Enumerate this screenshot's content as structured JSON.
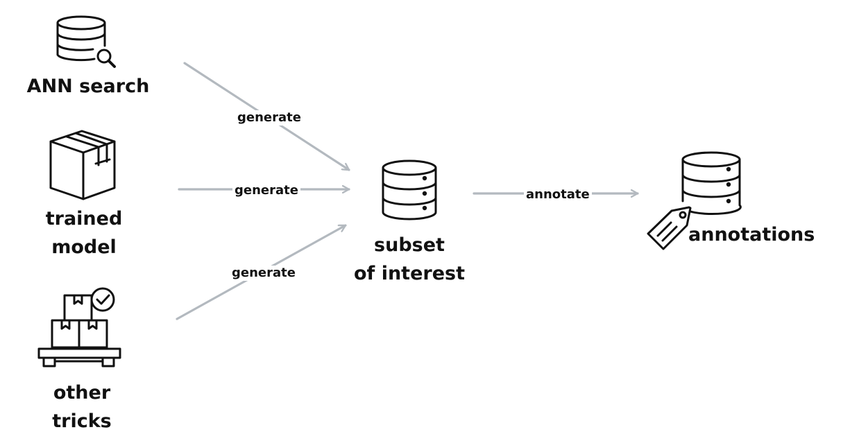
{
  "colors": {
    "arrow": "#b3b9bf",
    "icon": "#111111",
    "text": "#111111",
    "background": "#ffffff"
  },
  "nodes": {
    "ann_search": {
      "label_lines": [
        "ANN search"
      ],
      "icon": "database-search-icon"
    },
    "trained_model": {
      "label_lines": [
        "trained",
        "model"
      ],
      "icon": "box-icon"
    },
    "other_tricks": {
      "label_lines": [
        "other",
        "tricks"
      ],
      "icon": "boxes-pallet-check-icon"
    },
    "subset": {
      "label_lines": [
        "subset",
        "of interest"
      ],
      "icon": "database-icon"
    },
    "annotations": {
      "label_lines": [
        "annotations"
      ],
      "icon": "database-tag-icon"
    }
  },
  "edges": [
    {
      "from": "ann_search",
      "to": "subset",
      "label": "generate"
    },
    {
      "from": "trained_model",
      "to": "subset",
      "label": "generate"
    },
    {
      "from": "other_tricks",
      "to": "subset",
      "label": "generate"
    },
    {
      "from": "subset",
      "to": "annotations",
      "label": "annotate"
    }
  ]
}
